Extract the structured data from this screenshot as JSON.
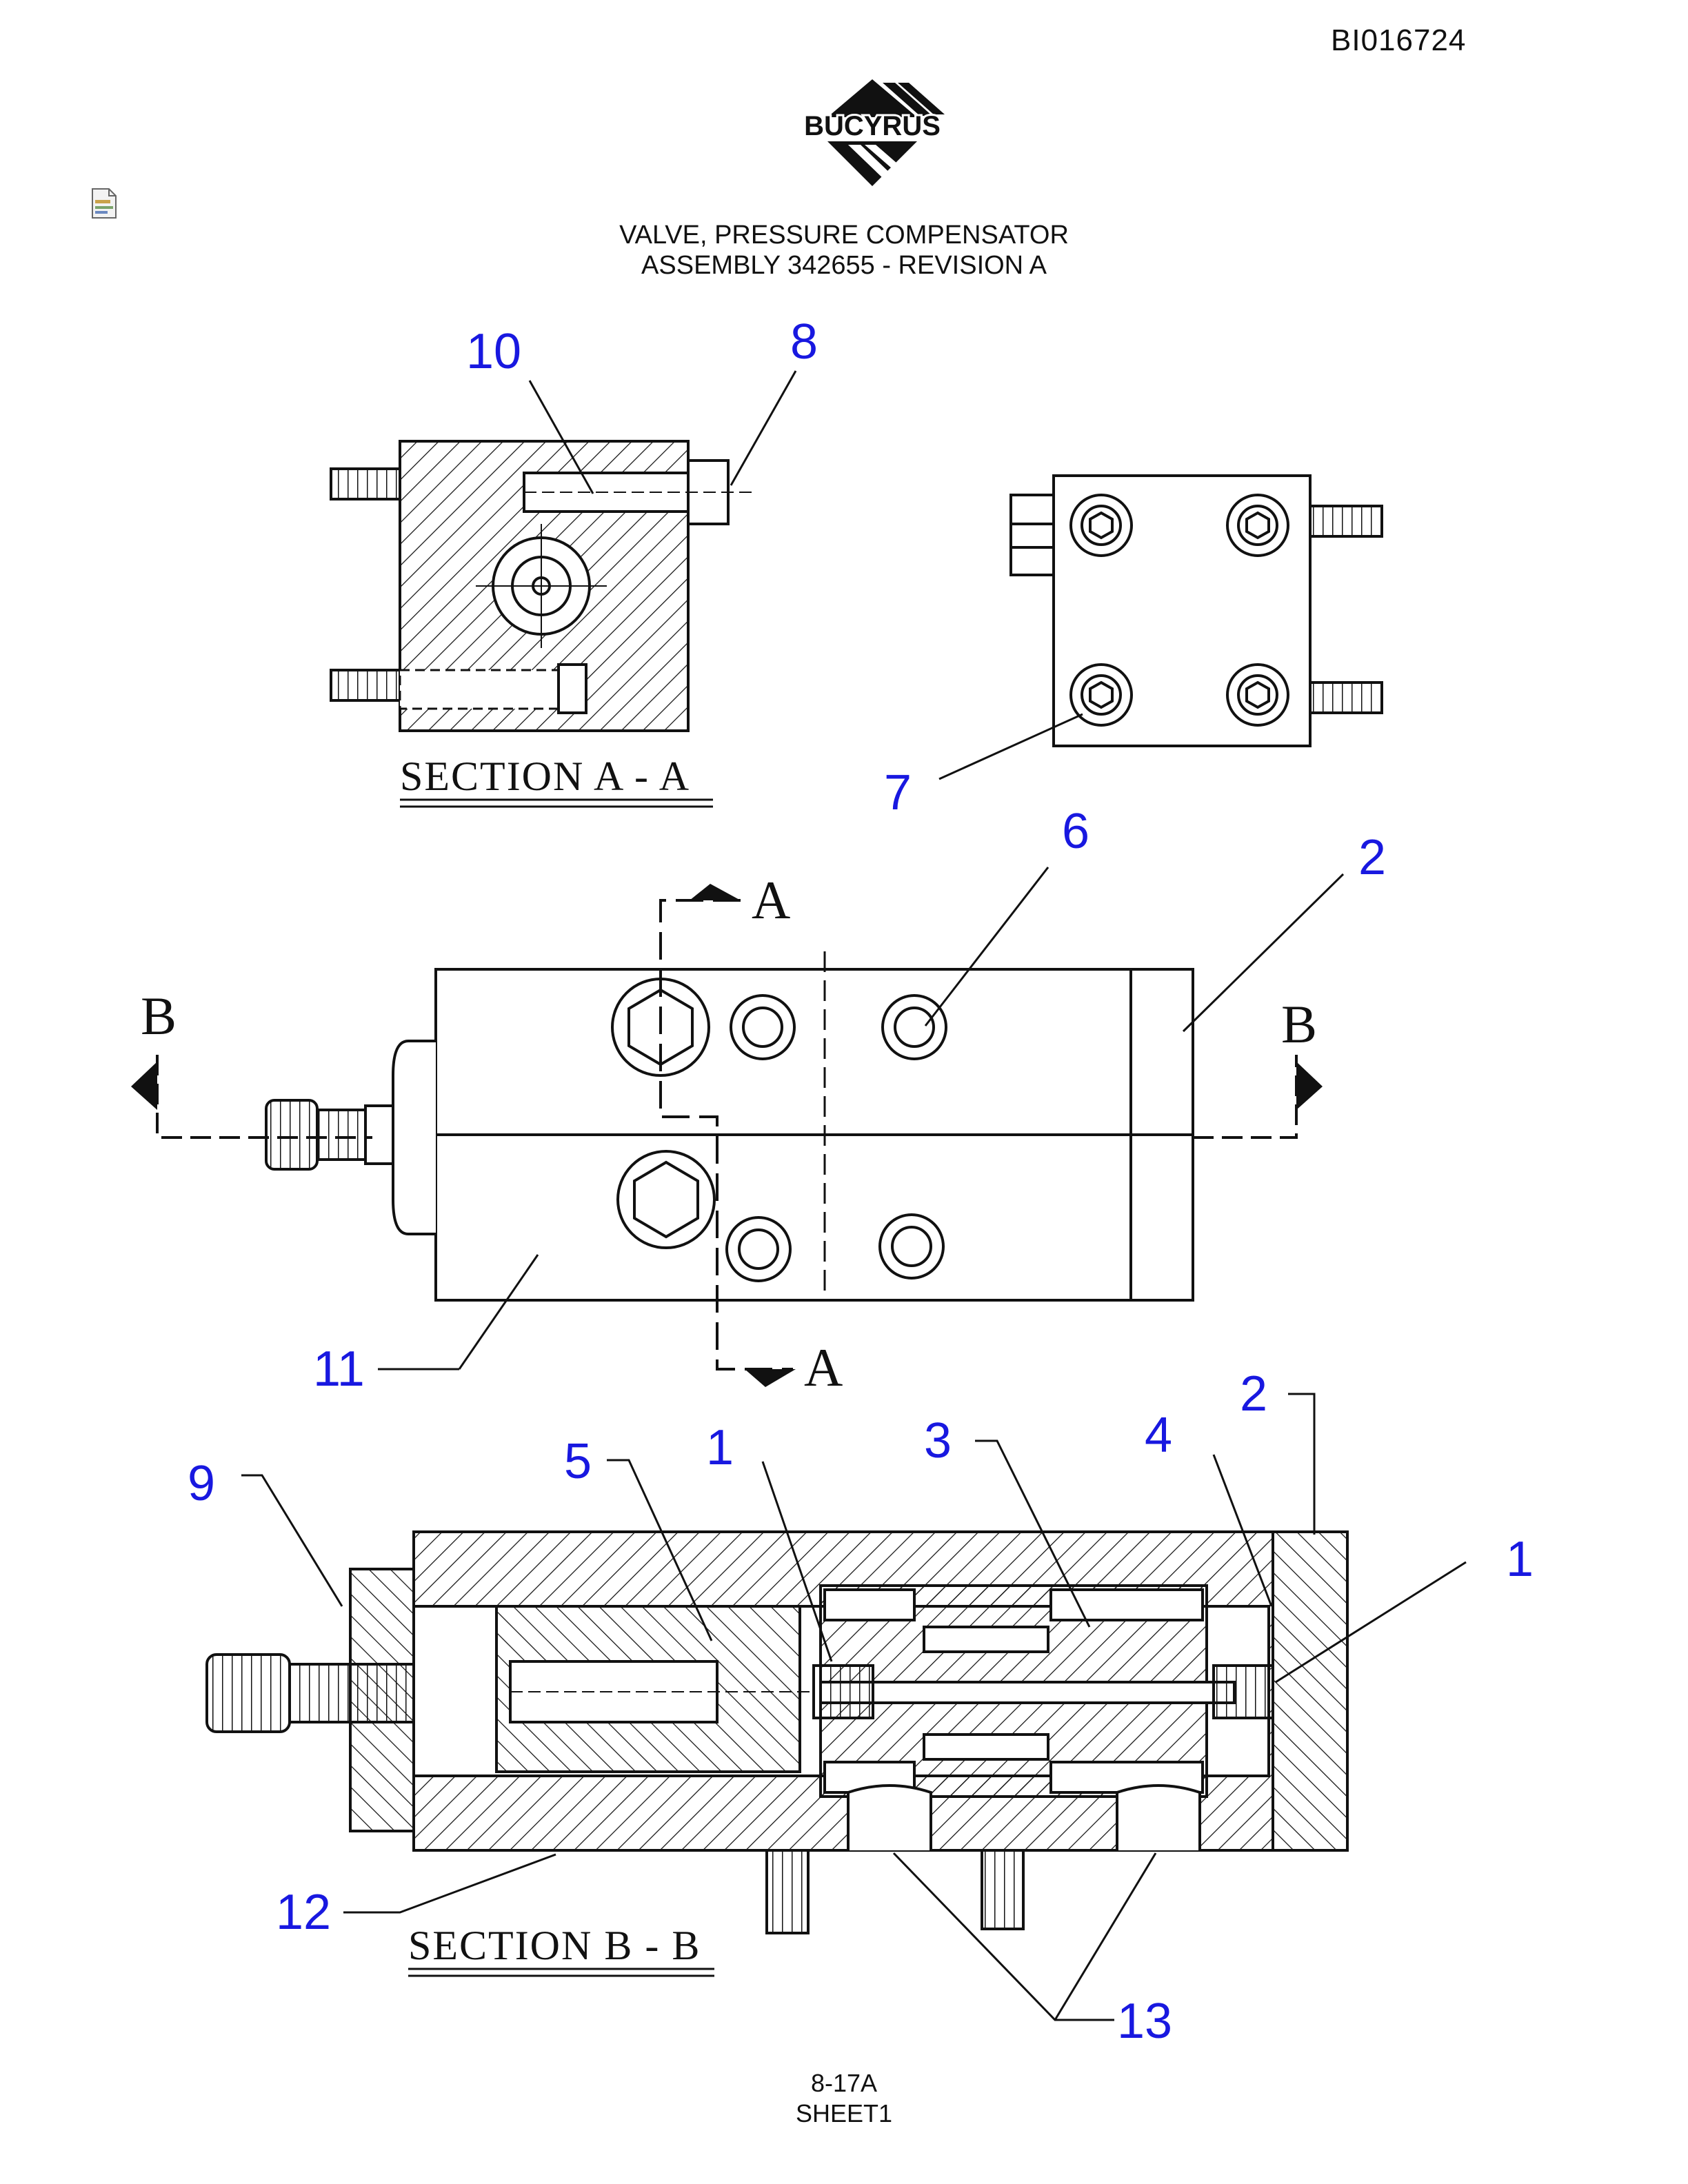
{
  "document": {
    "doc_id": "BI016724",
    "brand": "BUCYRUS",
    "title_line1": "VALVE, PRESSURE COMPENSATOR",
    "title_line2": "ASSEMBLY 342655 - REVISION A",
    "page_number": "8-17A",
    "sheet": "SHEET1"
  },
  "views": {
    "section_aa_title": "SECTION A - A",
    "section_bb_title": "SECTION B - B",
    "cut_a": "A",
    "cut_b": "B"
  },
  "callouts": {
    "c10": "10",
    "c8": "8",
    "c7": "7",
    "c6": "6",
    "c2_top": "2",
    "c11": "11",
    "c9": "9",
    "c5": "5",
    "c1_left": "1",
    "c3": "3",
    "c4": "4",
    "c2_bottom": "2",
    "c1_right": "1",
    "c12": "12",
    "c13": "13"
  },
  "colors": {
    "callout_text": "#1818e0",
    "line_art": "#111111",
    "background": "#ffffff"
  },
  "icons": {
    "doc_icon": "document-icon",
    "logo": "bucyrus-logo"
  }
}
